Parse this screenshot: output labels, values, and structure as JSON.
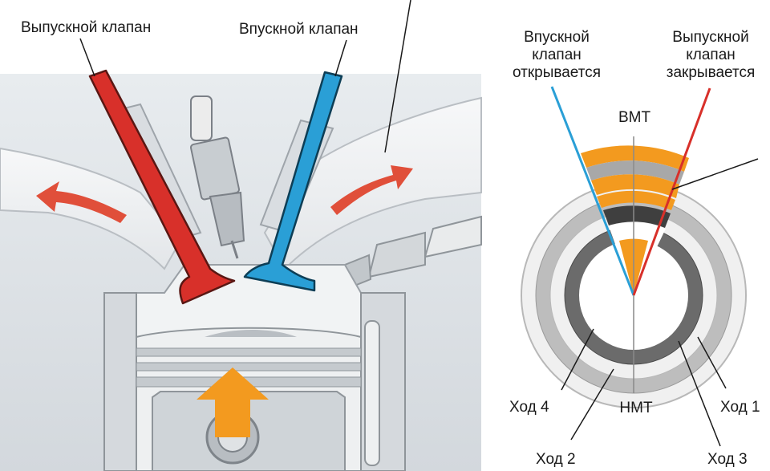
{
  "labels": {
    "exhaust_valve": "Выпускной клапан",
    "intake_valve": "Впускной клапан",
    "intake_opens": [
      "Впускной",
      "клапан",
      "открывается"
    ],
    "exhaust_closes": [
      "Выпускной",
      "клапан",
      "закрывается"
    ],
    "tdc": "ВМТ",
    "bdc": "НМТ",
    "stroke_1": "Ход 1",
    "stroke_2": "Ход 2",
    "stroke_3": "Ход 3",
    "stroke_4": "Ход 4"
  },
  "colors": {
    "exhaust": "#d8302a",
    "intake": "#2a9fd6",
    "overlap": "#f39a1f",
    "metal_light": "#e6e8ea",
    "metal_dark": "#5a5d61",
    "background_engine": "#dfe3e7"
  },
  "icons": {
    "flow_arrow_left": "exhaust-flow-arrow-icon",
    "flow_arrow_right": "intake-flow-arrow-icon",
    "piston_arrow": "piston-up-arrow-icon"
  }
}
